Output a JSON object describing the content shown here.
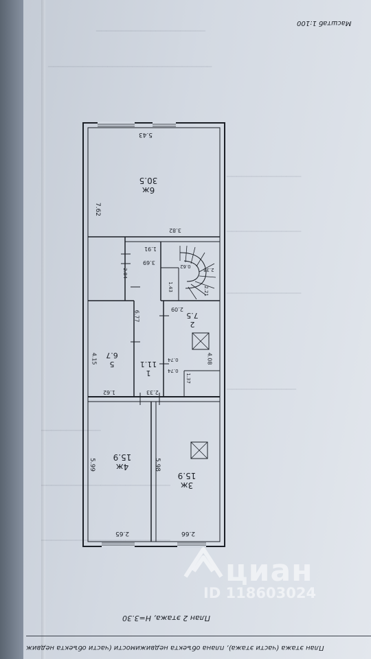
{
  "header": {
    "scale": "Масштаб 1:100"
  },
  "plan": {
    "title": "План 2 этажа, H=3.30",
    "caption": "План этажа (части этажа), плана объекта недвижимости (части объекта недвиж"
  },
  "rooms": [
    {
      "id": "6ж",
      "area": "30.5",
      "number": "6ж"
    },
    {
      "id": "2",
      "area": "7.5",
      "number": "2"
    },
    {
      "id": "5",
      "area": "6.7",
      "number": "5"
    },
    {
      "id": "1",
      "area": "11.1",
      "number": "1"
    },
    {
      "id": "4ж",
      "area": "15.9",
      "number": "4ж"
    },
    {
      "id": "3ж",
      "area": "15.9",
      "number": "3ж"
    }
  ],
  "dimensions": {
    "d543": "5.43",
    "d762": "7.62",
    "d382": "3.82",
    "d191": "1.91",
    "d369": "3.69",
    "d284": "2.84",
    "d062": "0.62",
    "d238": "2.38",
    "d143": "1.43",
    "d221": "2.21",
    "d209": "2.09",
    "d677": "6.77",
    "d415": "4.15",
    "d074a": "0.74",
    "d074b": "0.74",
    "d408": "4.08",
    "d137": "1.37",
    "d162": "1.62",
    "d233": "2.33",
    "d599": "5.99",
    "d598": "5.98",
    "d265": "2.65",
    "d266": "2.66"
  },
  "watermark": {
    "brand": "циан",
    "id": "ID 118603024"
  },
  "colors": {
    "paper": "#d3d9e2",
    "ink": "#1b1f26",
    "background": "#6f7a86"
  }
}
